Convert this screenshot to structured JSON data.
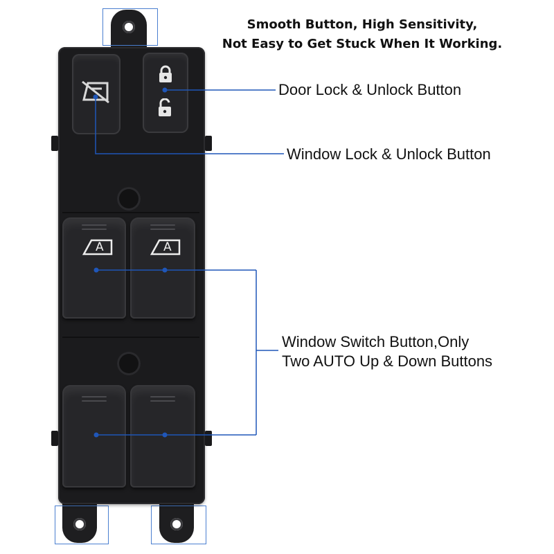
{
  "headline": {
    "line1": "Smooth Button, High Sensitivity,",
    "line2": "Not Easy to Get Stuck When It Working."
  },
  "callouts": {
    "door_lock": "Door Lock & Unlock Button",
    "window_lock": "Window Lock & Unlock Button",
    "window_switch_line1": "Window Switch Button,Only",
    "window_switch_line2": "Two AUTO Up & Down Buttons"
  },
  "auto_badge": "A",
  "colors": {
    "callout_line": "#1f56b8",
    "switch_body": "#1b1b1d",
    "background": "#ffffff"
  },
  "icons": [
    "lock-closed-icon",
    "lock-open-icon",
    "window-lock-icon",
    "auto-up-icon"
  ]
}
